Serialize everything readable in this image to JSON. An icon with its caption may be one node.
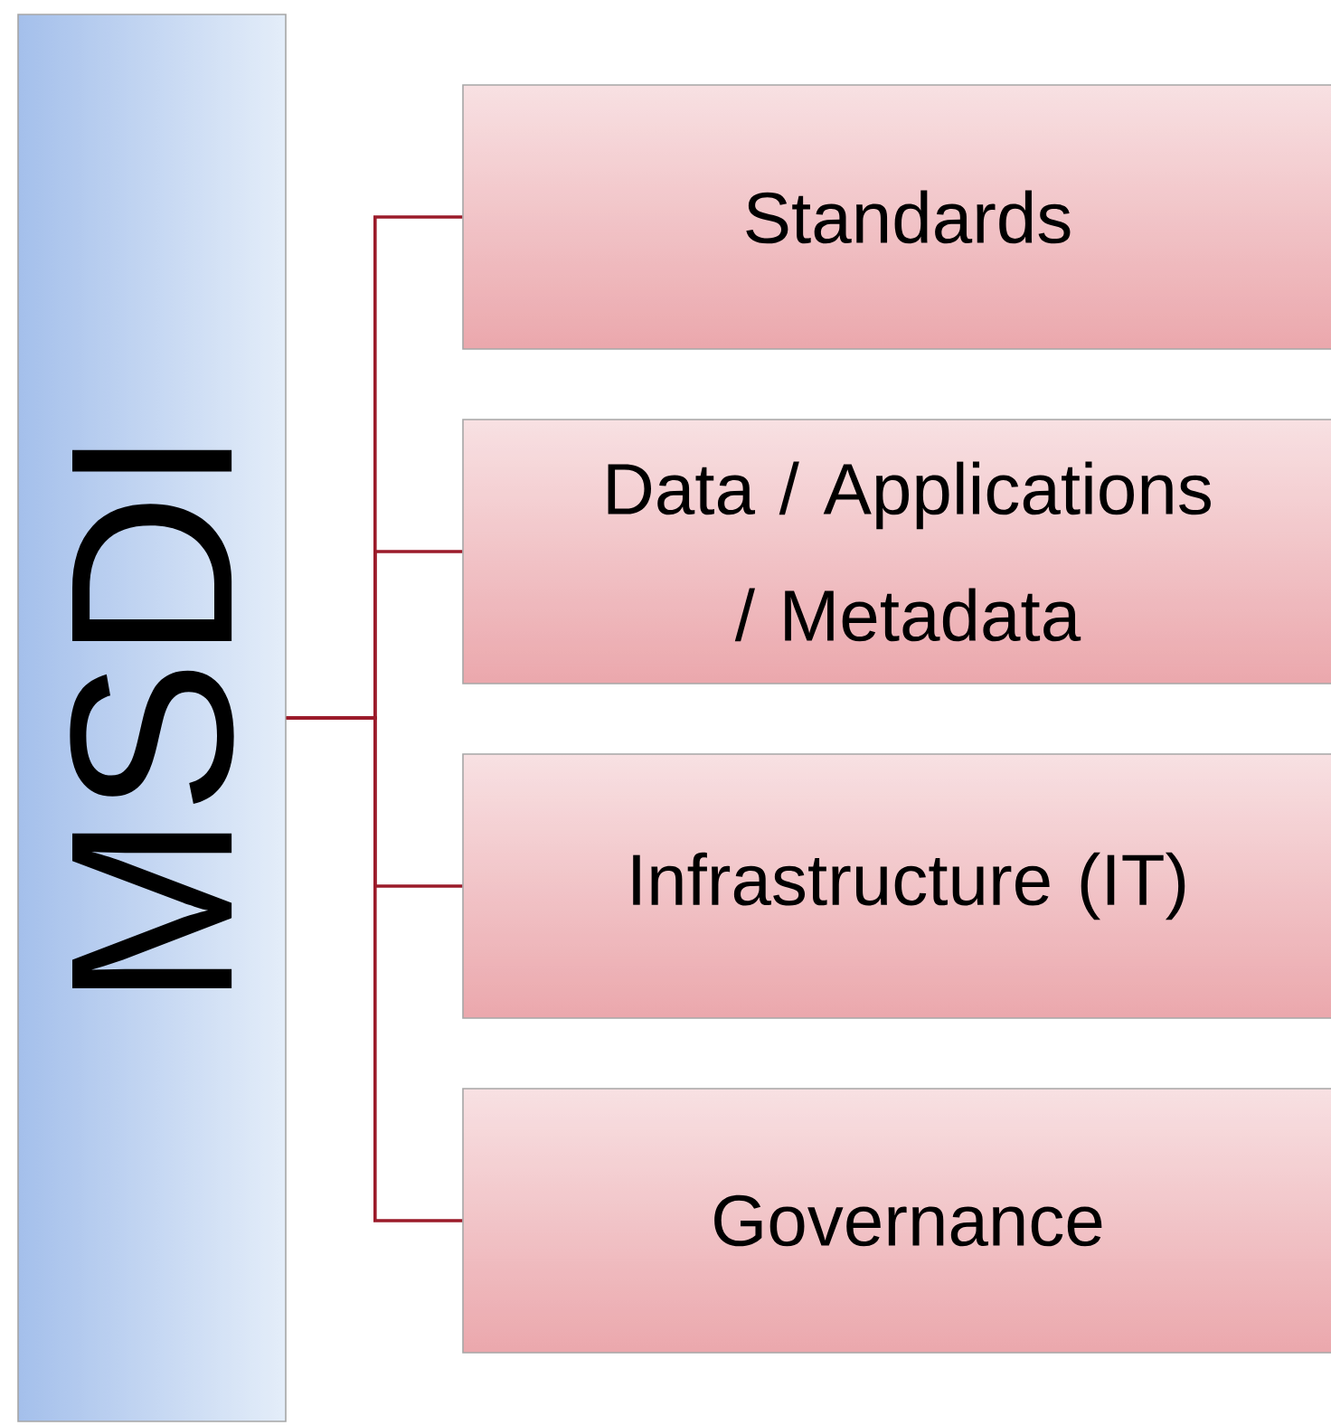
{
  "diagram": {
    "nodes": [
      {
        "text": [
          "MSDI"
        ]
      },
      {
        "text": [
          "Standards"
        ]
      },
      {
        "text": [
          "Data / Applications / Metadata"
        ]
      },
      {
        "text": [
          "Infrastructure (IT)"
        ]
      },
      {
        "text": [
          "Governance"
        ]
      }
    ],
    "edges": [
      {
        "from": 0,
        "to": 1,
        "arrow": "none"
      },
      {
        "from": 0,
        "to": 2,
        "arrow": "none"
      },
      {
        "from": 0,
        "to": 3,
        "arrow": "none"
      },
      {
        "from": 0,
        "to": 4,
        "arrow": "none"
      }
    ]
  }
}
